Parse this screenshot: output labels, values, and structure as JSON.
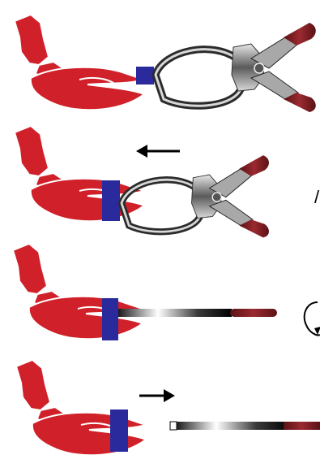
{
  "panels": [
    {
      "id": "panel-1",
      "tool": "pliers-wide-open",
      "arrow": "none"
    },
    {
      "id": "panel-2",
      "tool": "pliers-gripping",
      "arrow": "left"
    },
    {
      "id": "panel-3",
      "tool": "rod-attached",
      "arrow": "none"
    },
    {
      "id": "panel-4",
      "tool": "rod-detached",
      "arrow": "right"
    }
  ],
  "colors": {
    "claw": "#d0202a",
    "claw_outline": "#ffffff",
    "band": "#2a2a9c",
    "metal_dark": "#2b2b2b",
    "metal_light": "#e8e8e8",
    "handle": "#7d1f24",
    "arrow": "#000000"
  },
  "icons": [
    "crab-claw-icon",
    "pliers-icon",
    "arrow-left-icon",
    "arrow-right-icon",
    "rotation-icon"
  ]
}
